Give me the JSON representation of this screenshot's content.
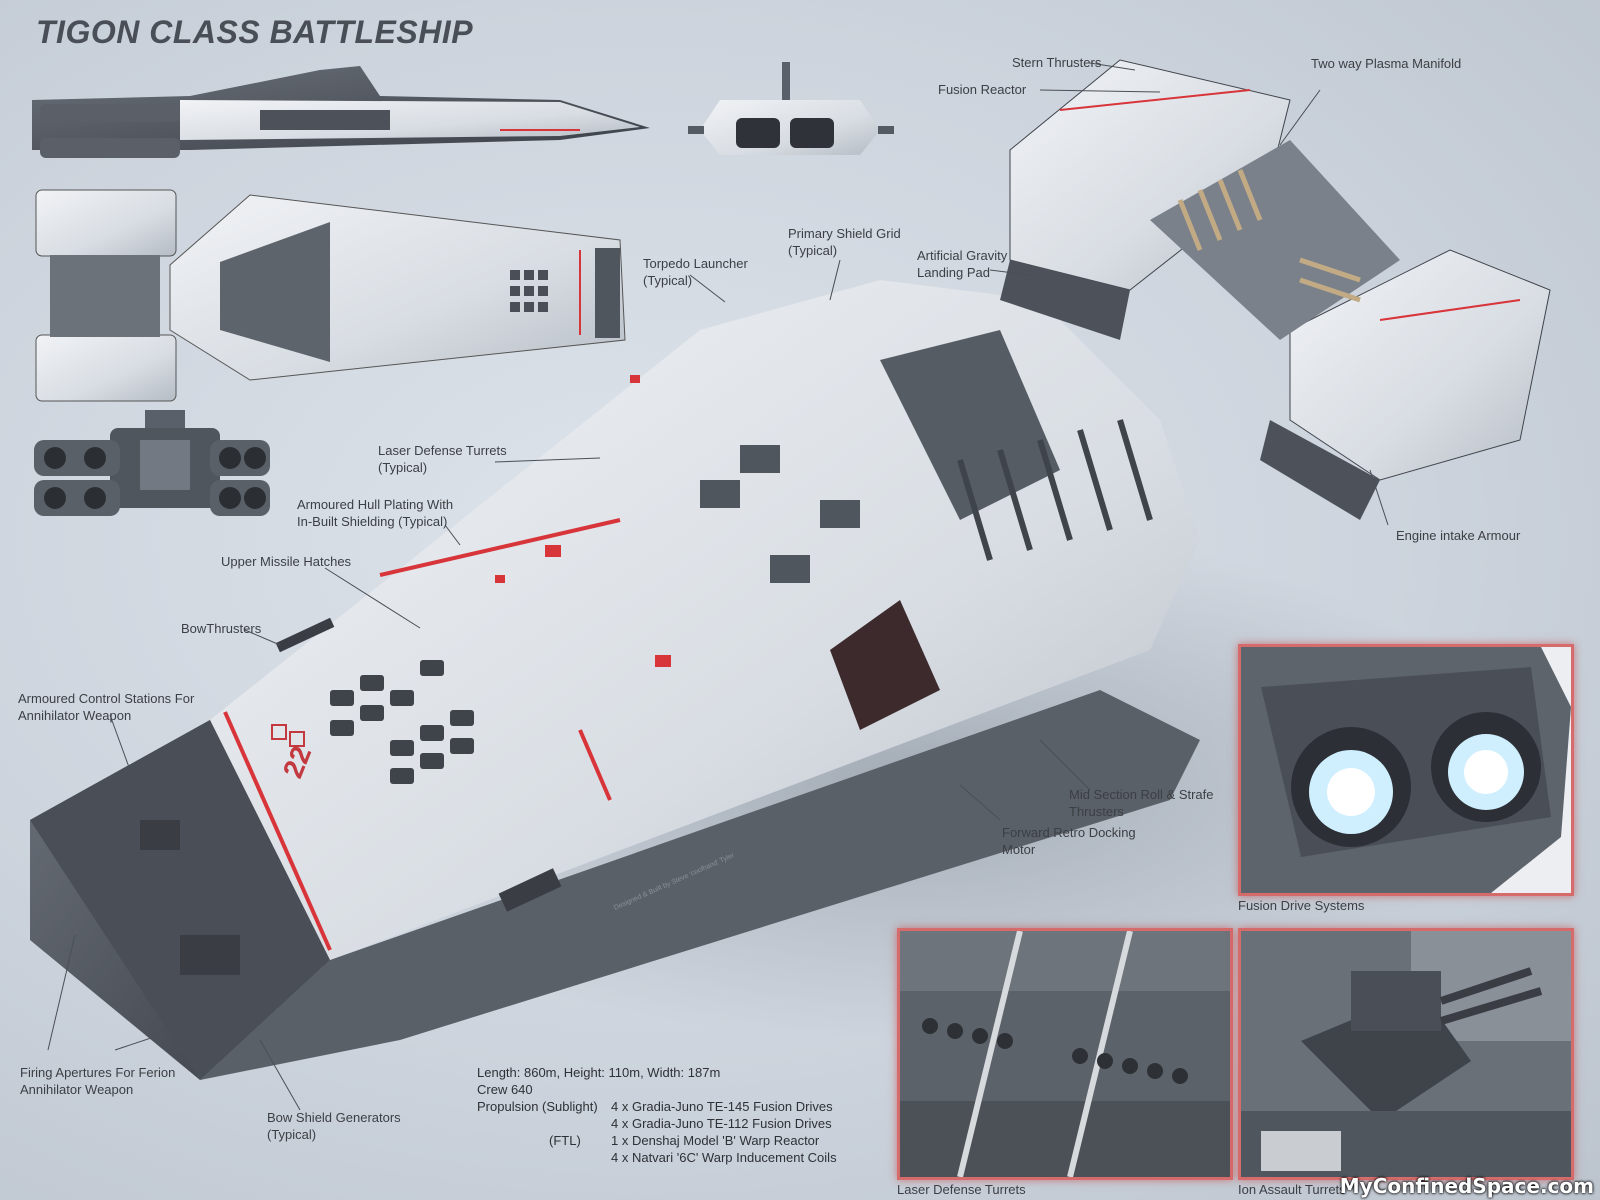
{
  "title": "TIGON CLASS BATTLESHIP",
  "hull_markings": {
    "pennant": "22",
    "signature": "Designed & Built by Steve 'coolhand' Tyler"
  },
  "callouts": {
    "stern_thrusters": "Stern Thrusters",
    "fusion_reactor": "Fusion Reactor",
    "plasma_manifold": "Two way Plasma Manifold",
    "primary_shield_1": "Primary Shield Grid",
    "primary_shield_2": "(Typical)",
    "gravity_pad_1": "Artificial Gravity",
    "gravity_pad_2": "Landing Pad",
    "torpedo_1": "Torpedo Launcher",
    "torpedo_2": "(Typical)",
    "laser_turrets_1": "Laser Defense Turrets",
    "laser_turrets_2": "(Typical)",
    "hull_plating_1": "Armoured Hull Plating With",
    "hull_plating_2": "In-Built Shielding (Typical)",
    "missile_hatches": "Upper Missile Hatches",
    "bow_thrusters": "BowThrusters",
    "control_stations_1": "Armoured Control Stations For",
    "control_stations_2": "Annihilator Weapon",
    "engine_armour": "Engine intake Armour",
    "roll_strafe_1": "Mid Section Roll & Strafe",
    "roll_strafe_2": "Thrusters",
    "retro_docking_1": "Forward Retro Docking",
    "retro_docking_2": "Motor",
    "firing_apertures_1": "Firing Apertures For Ferion",
    "firing_apertures_2": "Annihilator Weapon",
    "bow_shield_1": "Bow Shield Generators",
    "bow_shield_2": "(Typical)"
  },
  "insets": {
    "fusion_drive": "Fusion Drive Systems",
    "laser_turrets": "Laser Defense Turrets",
    "ion_turrets": "Ion Assault Turrets"
  },
  "specs": {
    "line1": "Length: 860m, Height: 110m, Width: 187m",
    "line2": "Crew 640",
    "propulsion_label": "Propulsion (Sublight)",
    "propulsion_1": "4 x Gradia-Juno TE-145 Fusion Drives",
    "propulsion_2": "4 x Gradia-Juno TE-112 Fusion Drives",
    "ftl_label": "(FTL)",
    "ftl_1": "1 x Denshaj Model 'B' Warp Reactor",
    "ftl_2": "4 x Natvari '6C' Warp Inducement Coils"
  },
  "watermark": "MyConfinedSpace.com",
  "colors": {
    "hull_light": "#e6e9ee",
    "hull_dark": "#4b5058",
    "accent_red": "#d8353b",
    "background": "#cfd5dd"
  }
}
